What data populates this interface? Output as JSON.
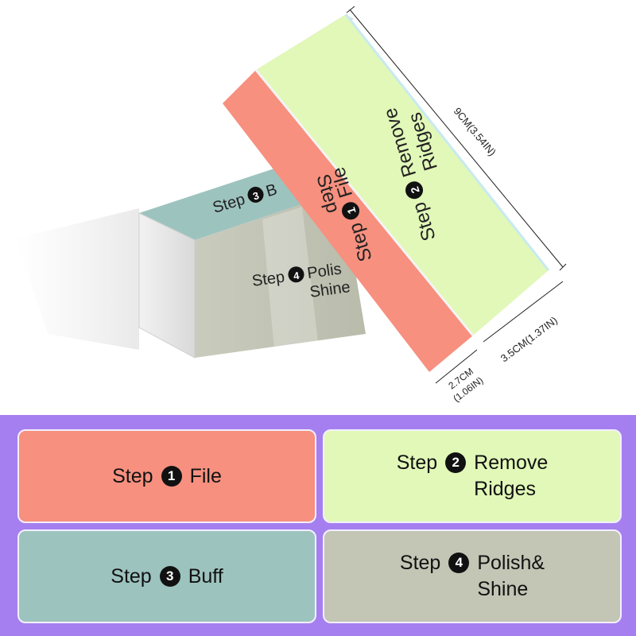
{
  "colors": {
    "file": "#f7907f",
    "remove_ridges": "#e1f8b8",
    "buff": "#9dc3bf",
    "polish_shine": "#c3c5b5",
    "panel_background": "#a57ff0"
  },
  "dimensions": {
    "length": "9CM(3.54IN)",
    "width": "3.5CM(1.37IN)",
    "height_line1": "2.7CM",
    "height_line2": "(1.06IN)"
  },
  "block_faces": {
    "front_top": {
      "step_word": "Step",
      "number": "1",
      "label": "File"
    },
    "front_side": {
      "step_word": "Step",
      "number": "2",
      "label_line1": "Remove",
      "label_line2": "Ridges"
    },
    "back_top": {
      "step_word": "Step",
      "number": "3",
      "label": "B"
    },
    "back_side": {
      "step_word": "Step",
      "number": "4",
      "label_line1": "Polis",
      "label_line2": "Shine"
    }
  },
  "legend": [
    {
      "step_word": "Step",
      "number": "1",
      "label": "File"
    },
    {
      "step_word": "Step",
      "number": "2",
      "label": "Remove\nRidges"
    },
    {
      "step_word": "Step",
      "number": "3",
      "label": "Buff"
    },
    {
      "step_word": "Step",
      "number": "4",
      "label": "Polish&\nShine"
    }
  ]
}
